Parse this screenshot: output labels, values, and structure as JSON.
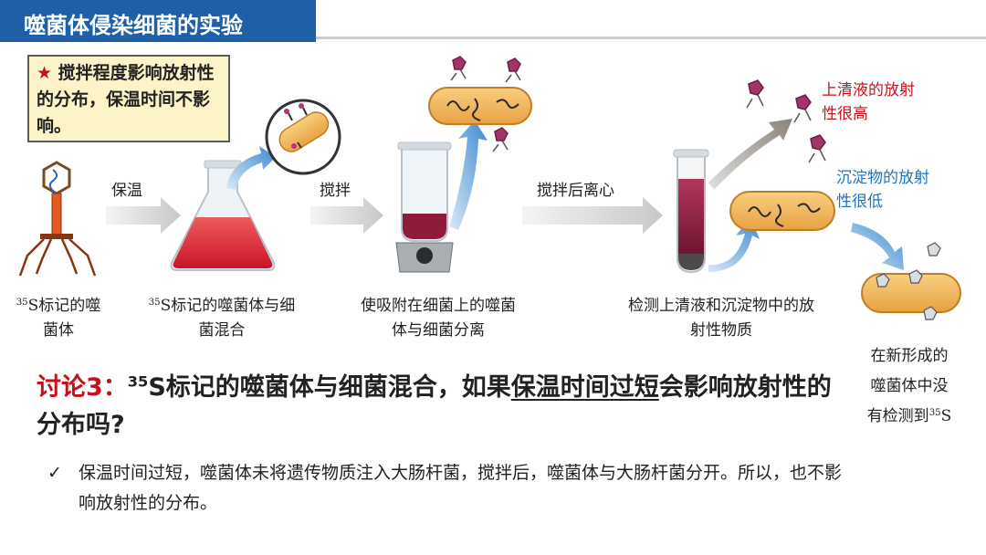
{
  "title": "噬菌体侵染细菌的实验",
  "note": {
    "star": "★",
    "text": "搅拌程度影响放射性的分布，保温时间不影响。"
  },
  "steps": {
    "step1": "保温",
    "step2": "搅拌",
    "step3": "搅拌后离心"
  },
  "labels": {
    "phage_sup": "35",
    "phage_rest": "S标记的噬菌体",
    "mix_sup": "35",
    "mix_rest": "S标记的噬菌体与细菌混合",
    "separate": "使吸附在细菌上的噬菌体与细菌分离",
    "detect": "检测上清液和沉淀物中的放射性物质",
    "supernatant": "上清液的放射性很高",
    "sediment": "沉淀物的放射性很低",
    "newphage_text": "在新形成的噬菌体中没有检测到",
    "newphage_sup": "35",
    "newphage_end": "S"
  },
  "question": {
    "lead": "讨论3：",
    "sup": "35",
    "part1": "S标记的噬菌体与细菌混合，如果",
    "underline": "保温时间过短",
    "part2": "会影响放射性的分布吗?"
  },
  "answer": {
    "check": "✓",
    "text": "保温时间过短，噬菌体未将遗传物质注入大肠杆菌，搅拌后，噬菌体与大肠杆菌分开。所以，也不影响放射性的分布。"
  },
  "colors": {
    "title_bg": "#1f5fa8",
    "accent_red": "#c8101a",
    "accent_blue": "#1e73be",
    "note_bg": "#fdf3c8"
  }
}
